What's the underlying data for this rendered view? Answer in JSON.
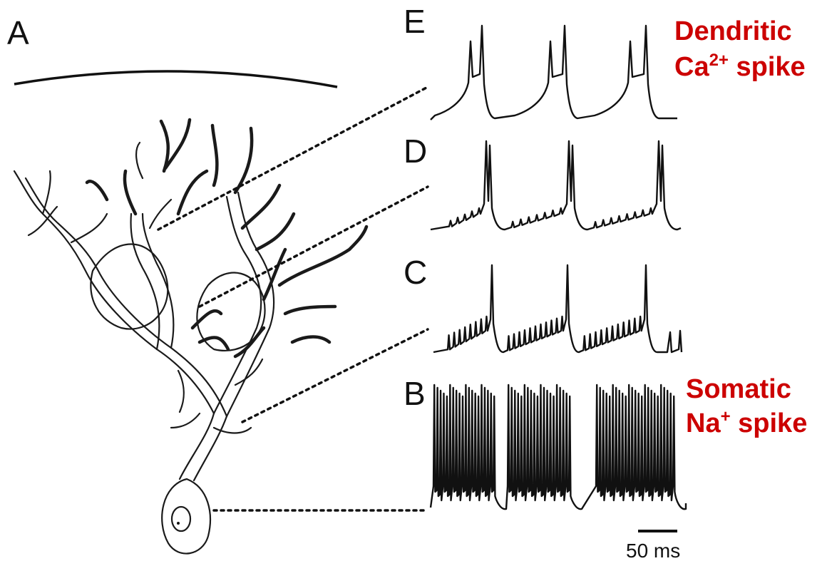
{
  "panels": {
    "A": "A",
    "B": "B",
    "C": "C",
    "D": "D",
    "E": "E"
  },
  "labels": {
    "dendritic_line1": "Dendritic",
    "dendritic_ca": "Ca",
    "dendritic_sup": "2+",
    "dendritic_spike": " spike",
    "somatic_line1": "Somatic",
    "somatic_na": "Na",
    "somatic_sup": "+",
    "somatic_spike": " spike"
  },
  "scale_bar": {
    "label": "50 ms"
  },
  "colors": {
    "label_red": "#cc0000",
    "ink": "#111111"
  }
}
